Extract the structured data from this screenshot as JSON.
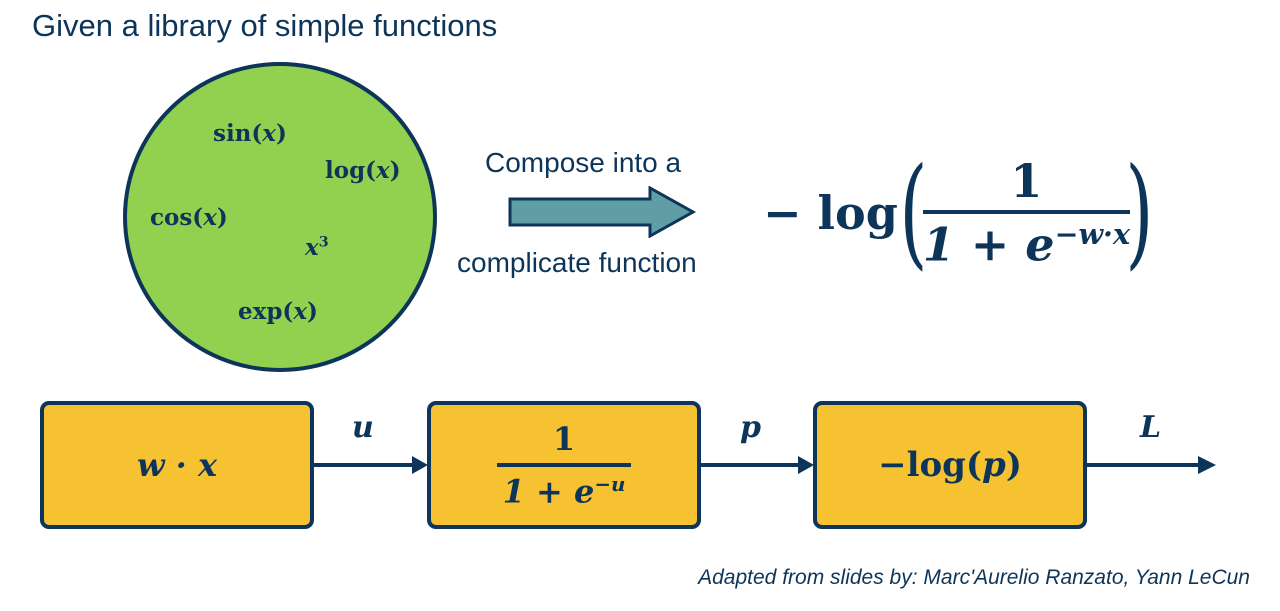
{
  "title": "Given a library of simple functions",
  "library": {
    "functions": [
      {
        "name": "sin",
        "arg": "x",
        "label": "sin(x)"
      },
      {
        "name": "log",
        "arg": "x",
        "label": "log(x)"
      },
      {
        "name": "cos",
        "arg": "x",
        "label": "cos(x)"
      },
      {
        "name": "x^3",
        "label": "x³"
      },
      {
        "name": "exp",
        "arg": "x",
        "label": "exp(x)"
      }
    ],
    "fill_color": "#92d050",
    "border_color": "#0d3559"
  },
  "compose": {
    "top_text": "Compose into a",
    "bottom_text": "complicate function",
    "arrow_color": "#5f9ea5"
  },
  "formula": {
    "prefix": "− log",
    "numerator": "1",
    "denominator_base": "1 + e",
    "denominator_exponent": "−w·x"
  },
  "pipeline": {
    "box_color": "#f6c232",
    "line_color": "#0d3559",
    "boxes": [
      {
        "id": "box1",
        "expr": "w · x"
      },
      {
        "id": "box2",
        "numerator": "1",
        "denominator_base": "1 + e",
        "denominator_exponent": "−u"
      },
      {
        "id": "box3",
        "expr_prefix": "−log(",
        "expr_var": "p",
        "expr_suffix": ")"
      }
    ],
    "edges": [
      {
        "from": "box1",
        "to": "box2",
        "label": "u"
      },
      {
        "from": "box2",
        "to": "box3",
        "label": "p"
      },
      {
        "from": "box3",
        "to": "output",
        "label": "L"
      }
    ]
  },
  "credit": "Adapted from slides by: Marc'Aurelio Ranzato, Yann LeCun"
}
